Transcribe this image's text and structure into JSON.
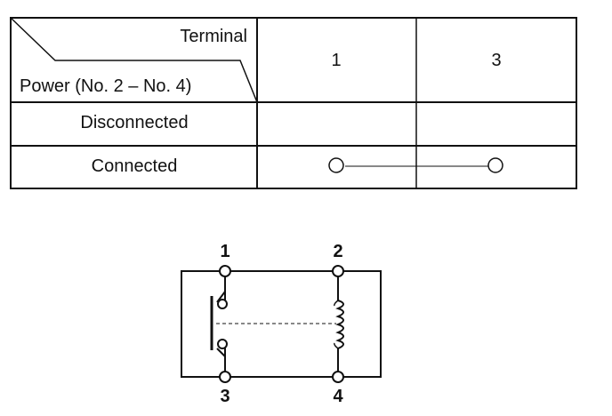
{
  "continuity_table": {
    "header_top": "Terminal",
    "header_bottom": "Power (No. 2 – No. 4)",
    "columns": [
      "1",
      "3"
    ],
    "rows": [
      {
        "label": "Disconnected",
        "continuity": false
      },
      {
        "label": "Connected",
        "continuity": true
      }
    ]
  },
  "relay_diagram": {
    "terminals": {
      "t1": "1",
      "t2": "2",
      "t3": "3",
      "t4": "4"
    },
    "contact_state": "normally open",
    "coil_between": [
      "2",
      "4"
    ],
    "contacts_between": [
      "1",
      "3"
    ]
  }
}
